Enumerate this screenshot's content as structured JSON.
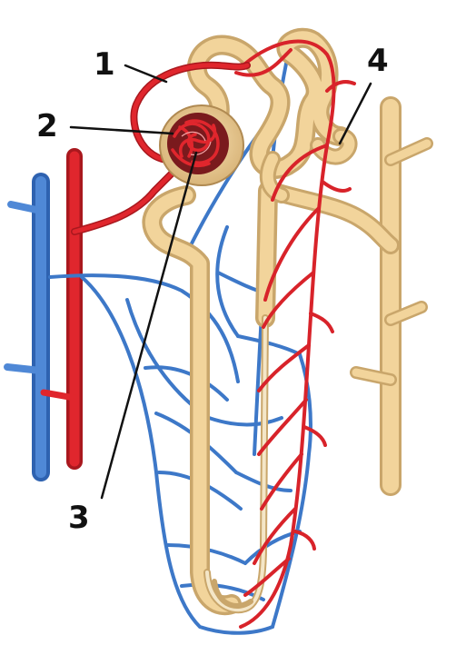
{
  "labels": [
    {
      "id": "1",
      "text": "1"
    },
    {
      "id": "2",
      "text": "2"
    },
    {
      "id": "3",
      "text": "3"
    },
    {
      "id": "4",
      "text": "4"
    }
  ],
  "colors": {
    "artery": "#d8232a",
    "vein": "#3d78c8",
    "tubule": "#f2d49b",
    "tubule_edge": "#c9a66b",
    "leader": "#111111"
  }
}
